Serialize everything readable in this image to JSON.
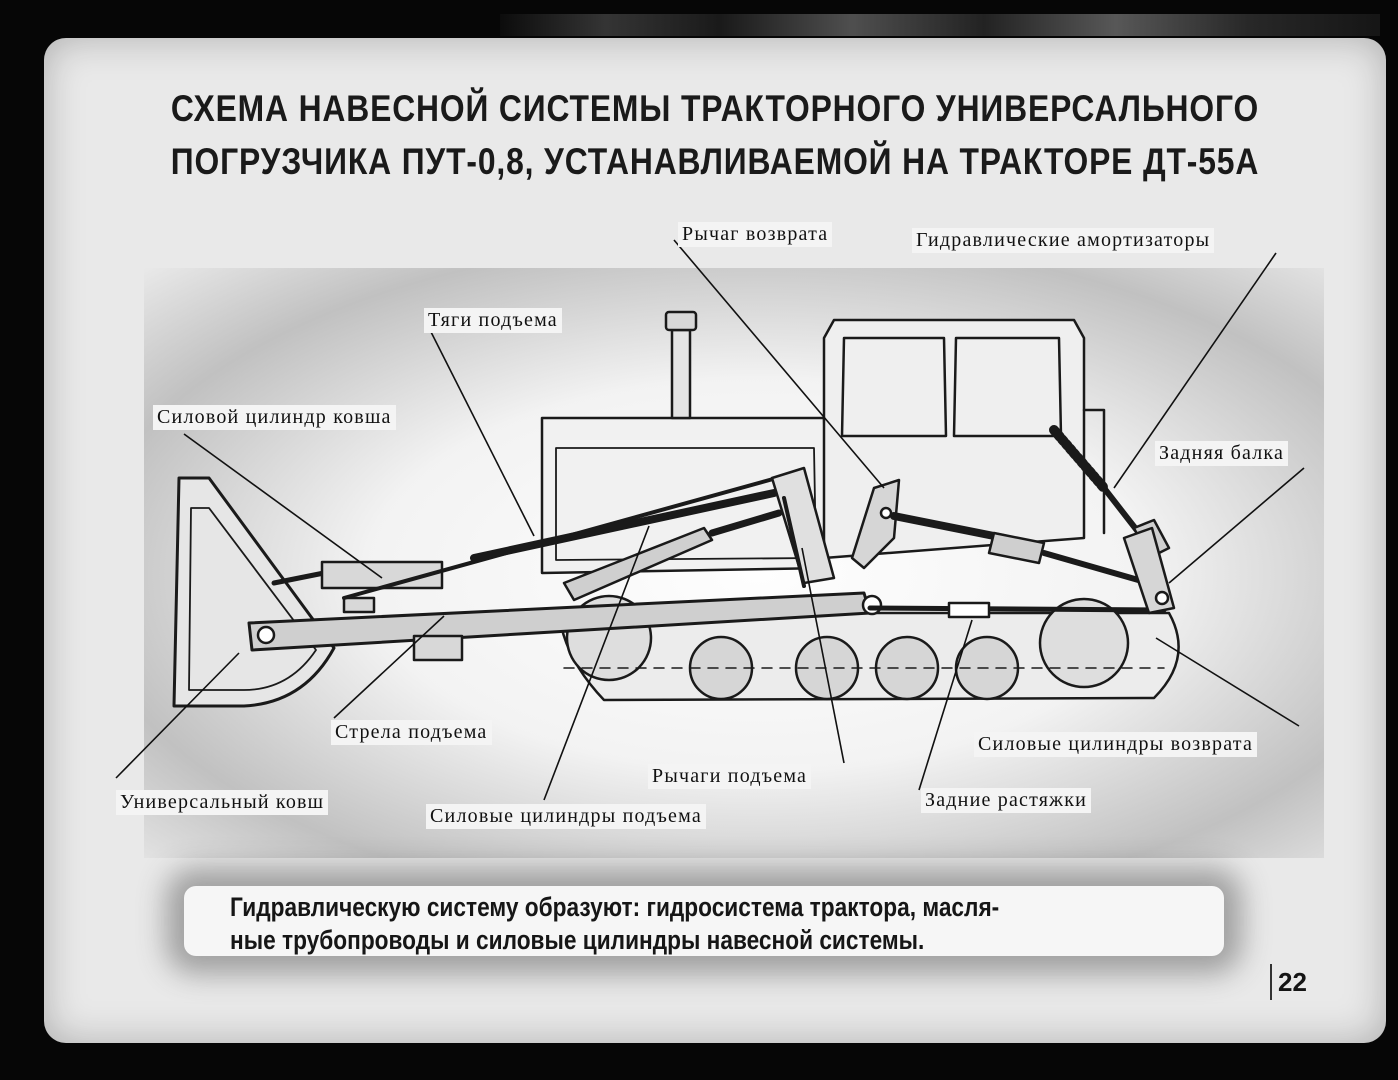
{
  "title": {
    "line1": "СХЕМА НАВЕСНОЙ СИСТЕМЫ ТРАКТОРНОГО УНИВЕРСАЛЬНОГО",
    "line2": "ПОГРУЗЧИКА ПУТ-0,8, УСТАНАВЛИВАЕМОЙ НА ТРАКТОРЕ ДТ-55А"
  },
  "labels": {
    "return_lever": "Рычаг возврата",
    "hydraulic_shock_absorbers": "Гидравлические амортизаторы",
    "lift_rods": "Тяги подъема",
    "bucket_power_cylinder": "Силовой цилиндр ковша",
    "rear_beam": "Задняя балка",
    "lift_boom": "Стрела подъема",
    "return_power_cylinders": "Силовые цилиндры возврата",
    "lift_levers": "Рычаги подъема",
    "rear_braces": "Задние растяжки",
    "universal_bucket": "Универсальный ковш",
    "lift_power_cylinders": "Силовые цилиндры подъема"
  },
  "note": {
    "line1": "Гидравлическую систему образуют: гидросистема трактора, масля-",
    "line2": "ные трубопроводы и силовые цилиндры навесной системы."
  },
  "page_number": "22"
}
